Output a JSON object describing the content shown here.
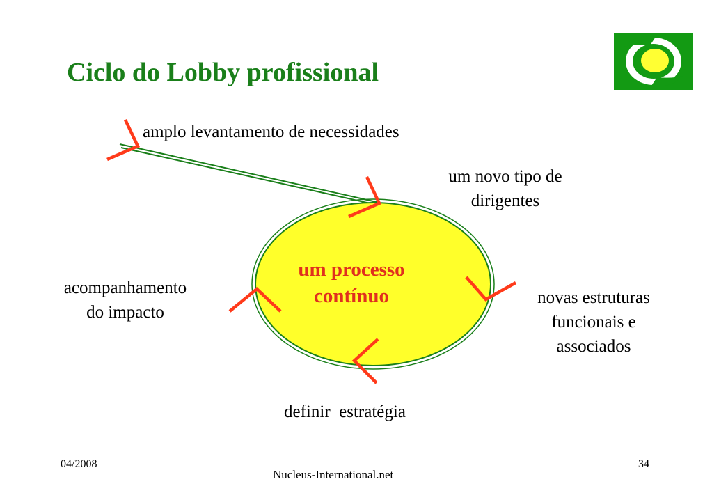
{
  "title": "Ciclo do Lobby profissional",
  "center": "um processo\ncontínuo",
  "steps": {
    "needs": "amplo levantamento de necessidades",
    "leaders": "um novo tipo de\ndirigentes",
    "structures": "novas estruturas\nfuncionais e\nassociados",
    "strategy": "definir  estratégia",
    "monitoring": "acompanhamento\ndo impacto"
  },
  "footer": {
    "date": "04/2008",
    "site": "Nucleus-International.net",
    "page": "34"
  },
  "colors": {
    "title": "#1a7f1a",
    "ellipse_fill": "#ffff2a",
    "ellipse_stroke": "#1a7f1a",
    "arrow": "#ff3a1a",
    "center_text": "#e0301e",
    "logo_green": "#139a13",
    "logo_yellow": "#ffff33"
  }
}
